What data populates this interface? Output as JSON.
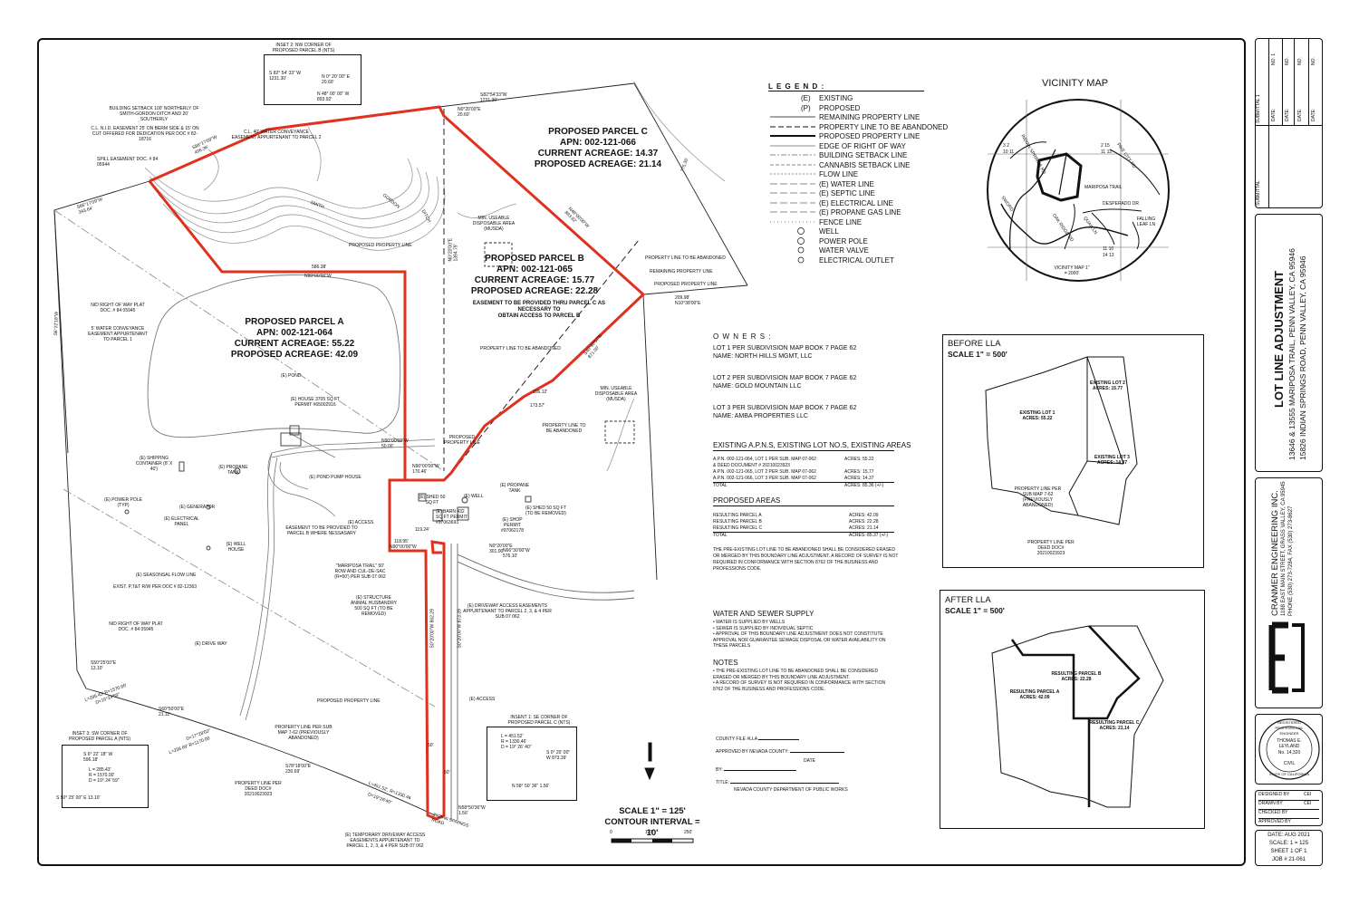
{
  "parcels": {
    "a": {
      "name": "PROPOSED PARCEL A",
      "apn": "APN: 002-121-064",
      "current": "CURRENT ACREAGE: 55.22",
      "proposed": "PROPOSED  ACREAGE: 42.09"
    },
    "b": {
      "name": "PROPOSED PARCEL B",
      "apn": "APN: 002-121-065",
      "current": "CURRENT ACREAGE: 15.77",
      "proposed": "PROPOSED  ACREAGE: 22.28"
    },
    "c": {
      "name": "PROPOSED PARCEL C",
      "apn": "APN: 002-121-066",
      "current": "CURRENT ACREAGE: 14.37",
      "proposed": "PROPOSED  ACREAGE: 21.14"
    }
  },
  "easement_note": [
    "EASEMENT TO BE PROVIDED THRU PARCEL C AS",
    "NECESSARY TO",
    "OBTAIN ACCESS TO PARCEL B"
  ],
  "map_labels": {
    "inset2_title": "INSET 2: NW CORNER OF PROPOSED PARCEL B (NTS)",
    "inset2_b1": "S 82° 54' 33\" W 1231.30'",
    "inset2_b2": "N 0° 20' 00\" E 20.60'",
    "inset2_b3": "N 48° 00' 00\" W 893.92'",
    "inset1_title": "INSENT 1: SE CORNER OF PROPOSED PARCEL C (NTS)",
    "inset1_curve": [
      "L = 451.52'",
      "R = 1330.46'",
      "D = 19° 26' 40\""
    ],
    "inset1_b1": "S 0° 20' 00\" W 873.39'",
    "inset1_b2": "N 58° 50' 36\" 1.56'",
    "inset3_title": "INSET 3: SW CORNER OF PROPOSED PARCEL A (NTS)",
    "inset3_b1": "S 6° 22' 18\" W 596.18'",
    "inset3_curve": [
      "L = 285.43'",
      "R = 1570.00'",
      "D = 10° 24' 59\""
    ],
    "inset3_b2": "S 50° 25' 00\" E 13.10'",
    "setback": "BUILDING SETBACK 100' NORTHERLY OF SMITH-GORDON DITCH AND 20' SOUTHERLY",
    "cnid": "C.L. N.I.D. EASEMENT 25' ON BERM SIDE & 15' ON CUT OFFERED FOR DEDICATION PER DOC # 82-18716",
    "spill": "SPILL EASEMENT DOC. # 84 05944",
    "water_conv": "C.L. 40' WATER CONVEYANCE EASEMENT APPURTENANT TO PARCEL 2",
    "nid_row": "NID RIGHT OF WAY PLAT DOC. # 84 05945",
    "water_conv1": "5' WATER CONVEYANCE EASEMENT APPURTENANT TO PARCEL 1",
    "pond": "(E) POND",
    "house": "(E) HOUSE 3705 SQ FT PERMIT #65002916",
    "shipping": "(E) SHIPPING CONTAINER (8' X 40')",
    "propane": "(E) PROPANE TANK",
    "pond_pump": "(E) POND PUMP HOUSE",
    "power_pole": "(E) POWER POLE (TYP)",
    "generator": "(E) GENERATOR",
    "elec_panel": "(E) ELECTRICAL PANEL",
    "well_house": "(E) WELL HOUSE",
    "flow": "(E) SEASONSAL FLOW LINE",
    "ptt": "EXIST. P,T&T R/W PER DOC # 82-12363",
    "nid_row2": "NID RIGHT OF WAY PLAT DOC. # 84 05945",
    "drive_way": "(E) DRIVE WAY",
    "access": "(E) ACCESS",
    "easement_prov": "EASEMENT TO BE PROVIDED TO PARCEL B WHERE NESSASARY",
    "mariposa": "\"MARIPOSA TRAIL\" 50' ROW AND CUL-DE-SAC (R=50') PER SUB 07 062",
    "structure": "(E) STRUCTURE ANIMAL HUSBANDRY 500 SQ FT (TO BE REMOVED)",
    "shed1": "(E) SHED 50 SQ FT",
    "well": "(E) WELL",
    "propane2": "(E) PROPANE TANK",
    "barn": "(E) BARN 432 SQ FT PERMIT #97063693",
    "shop": "(E) SHOP PERMIT #97062178",
    "shed2": "(E) SHED 50 SQ FT (TO BE REMOVED)",
    "driveway_ease": "(E) DRIVEWAY ACCESS EASEMENTS APPURTENANT TO PARCEL 2, 3, & 4 PER SUB 07 062",
    "access2": "(E) ACCESS",
    "prop_line1": "PROPOSED PROPERTY LINE",
    "prop_line2": "PROPOSED PROPERTY LINE",
    "prop_line3": "PROPOSED PROPERTY LINE",
    "prop_line4": "PROPOSED PROPERTY LINE",
    "pl_aband1": "PROPERTY LINE TO BE ABANDONED",
    "pl_aband2": "PROPERTY LINE TO BE ABANDONED",
    "pl_aband3": "PROPERTY LINE TO BE ABANDONED",
    "remaining": "REMAINING PROPERTY LINE",
    "musda1": "MIN. USEABLE DISPOSABLE AREA (MUSDA)",
    "musda2": "MIN. USEABLE DISPOSABLE AREA (MUSDA)",
    "pl_per_sub": "PROPERTY LINE PER SUB MAP 7-62 (PREVIOUSLY ABANDONED)",
    "pl_per_deed": "PROPERTY LINE PER DEED DOC# 20210023923",
    "temp_drive": "(E) TEMPORARY DRIVEWAY ACCESS EASEMENTS APPURTENANT TO PARCEL 1, 2, 3, & 4 PER SUB 07 062",
    "indian_rd": "INDIAN SPRINGS ROAD",
    "smith": "SMITH",
    "gordon": "GORDON",
    "ditch": "DITCH",
    "b_s82": "S82°54'33\"W 1231.30'",
    "b_n020": "N0°20'00\"E 20.60'",
    "b_n48": "N48°00'00\"W 893.92'",
    "b_s86": "S86°17'09\"W 406.36'",
    "b_s88": "S86°17'09\"W 343.64'",
    "b_58638": "586.38'",
    "b_n90a": "N90°00'00\"W",
    "b_n90b": "N90°00'00\"W 50.00'",
    "b_n90c": "N90°00'00\"W 170.46'",
    "b_n90d": "N90°00'00\"W",
    "b_11924": "119.24'",
    "b_11895": "118.95'",
    "b_n0a": "N0°20'00\"E 301.00'",
    "b_n0b": "N0°20'00\"E 1394.79'",
    "b_s40": "S40°40'57\"E 871.00'",
    "b_s50": "S50°25'00\"E 13.10'",
    "b_s60": "S60°50'00\"E 21.11'",
    "b_s78": "S78°18'00\"E 230.69'",
    "b_n58": "N58°50'36\"W 1.56'",
    "b_l285": "L=285.43' R=1570.00'",
    "b_d10": "D=10°24'59\"",
    "b_l256": "L=256.69' R=1170.00",
    "b_d17": "D=17°28'03\"",
    "b_l451": "L=451.52', R=1330.46",
    "b_d19": "D=19°26'40\"",
    "b_17357": "173.57'",
    "b_77535": "775.35'",
    "b_20998": "209.98' N10°38'00\"E",
    "b_10812": "106.12'",
    "b_s6": "S6°22'18\"W",
    "b_s0": "S0°20'00\"W 873.39",
    "b_s0b": "S0°20'00\"W 862.29",
    "b_n66": "N66°30'00\"W 576.10'",
    "b_50a": "50'",
    "b_50b": "50'"
  },
  "scale": {
    "title": "SCALE  1\" = 125'",
    "contour": "CONTOUR INTERVAL = 10'",
    "ticks": [
      "0",
      "125'",
      "250'"
    ]
  },
  "legend": {
    "title": "L E G E N D :",
    "items": [
      {
        "sym": "(E)",
        "label": "EXISTING"
      },
      {
        "sym": "(P)",
        "label": "PROPOSED"
      },
      {
        "sym": "",
        "label": "REMAINING PROPERTY LINE"
      },
      {
        "sym": "",
        "label": "PROPERTY LINE TO BE ABANDONED"
      },
      {
        "sym": "",
        "label": "PROPOSED PROPERTY LINE"
      },
      {
        "sym": "",
        "label": "EDGE OF RIGHT OF WAY"
      },
      {
        "sym": "",
        "label": "BUILDING SETBACK LINE"
      },
      {
        "sym": "",
        "label": "CANNABIS SETBACK LINE"
      },
      {
        "sym": "",
        "label": "FLOW LINE"
      },
      {
        "sym": "",
        "label": "(E) WATER LINE"
      },
      {
        "sym": "",
        "label": "(E) SEPTIC LINE"
      },
      {
        "sym": "",
        "label": "(E) ELECTRICAL LINE"
      },
      {
        "sym": "",
        "label": "(E) PROPANE GAS LINE"
      },
      {
        "sym": "",
        "label": "FENCE LINE"
      },
      {
        "sym": "",
        "label": "WELL"
      },
      {
        "sym": "",
        "label": "POWER POLE"
      },
      {
        "sym": "",
        "label": "WATER VALVE"
      },
      {
        "sym": "",
        "label": "ELECTRICAL OUTLET"
      }
    ]
  },
  "vicinity": {
    "title": "VICINITY MAP",
    "labels": {
      "mariposa": "MARIPOSA TRAIL",
      "desperado": "DESPERADO DR",
      "indian": "INDIAN SPRINGS RD",
      "falling": "FALLING LEAF LN",
      "sword": "SWORD",
      "oakridge": "OAK RIDGE RD",
      "quail": "QUAIL LN",
      "pike": "PIKE CITY RD",
      "sub": "VICINITY MAP 1\" = 2000'"
    },
    "sec": {
      "a": "3   2",
      "b": "10 11",
      "c": "2  15",
      "d": "11 12",
      "e": "11  10",
      "f": "14 13"
    }
  },
  "owners": {
    "title": "O W N E R S :",
    "items": [
      {
        "lot": "LOT 1 PER SUBDIVISION MAP BOOK 7 PAGE 62",
        "name": "NAME: NORTH HILLS MGMT, LLC"
      },
      {
        "lot": "LOT 2 PER SUBDIVISION MAP BOOK 7 PAGE 62",
        "name": "NAME: GOLD MOUNTAIN LLC"
      },
      {
        "lot": "LOT 3 PER SUBDIVISION MAP BOOK 7 PAGE 62",
        "name": "NAME: AMBA PROPERTIES LLC"
      }
    ]
  },
  "existing": {
    "title": "EXISTING A.P.N.S, EXISTING LOT NO.S, EXISTING AREAS",
    "rows": [
      {
        "label": "A.P.N. 002-121-064, LOT 1 PER SUB. MAP 07-062",
        "value": "ACRES: 55.22"
      },
      {
        "label": "& DEED DOCUMENT # 20210023923",
        "value": ""
      },
      {
        "label": "A.P.N. 002-121-065, LOT 2 PER SUB. MAP 07-062",
        "value": "ACRES: 15.77"
      },
      {
        "label": "A.P.N. 002-121-066, LOT 3 PER SUB. MAP 07-062",
        "value": "ACRES: 14.37"
      },
      {
        "label": "TOTAL",
        "value": "ACRES: 85.36 (+/-)"
      }
    ]
  },
  "proposed_areas": {
    "title": "PROPOSED AREAS",
    "rows": [
      {
        "label": "RESULTING PARCEL A",
        "value": "ACRES: 42.09"
      },
      {
        "label": "RESULTING PARCEL B",
        "value": "ACRES: 22.28"
      },
      {
        "label": "RESULTING PARCEL C",
        "value": "ACRES: 21.14"
      },
      {
        "label": "TOTAL",
        "value": "ACRES: 85.37 (+/-)"
      }
    ],
    "note": "THE PRE-EXISTING LOT LINE TO BE ABANDONED SHALL BE CONSIDERED ERASED OR MERGED BY THIS BOUNDARY LINE ADJUSTMENT. A RECORD OF SURVEY IS NOT REQUIRED IN CONFORMANCE WITH SECTION 8762 OF THE BUSINESS AND PROFESSIONS CODE."
  },
  "water_sewer": {
    "title": "WATER AND SEWER SUPPLY",
    "items": [
      "WATER IS SUPPLIED BY WELLS",
      "SEWER IS SUPPLIED BY INDIVIDUAL SEPTIC",
      "APPROVAL OF THIS BOUNDARY LINE ADJUSTMENT DOES NOT CONSTITUTE APPROVAL NOR GUARANTEE SEWAGE DISPOSAL OR WATER AVAILABILITY ON THESE PARCELS"
    ]
  },
  "notes": {
    "title": "NOTES",
    "items": [
      "THE PRE-EXISTING LOT LINE TO BE ABANDONED SHALL BE CONSIDERED ERASED OR MERGED BY THIS BOUNDARY LINE ADJUSTMENT.",
      "A RECORD OF SURVEY IS NOT REQUIRED IN CONFORMANCE WITH SECTION 8762 OF THE BUSINESS AND PROFESSIONS CODE."
    ]
  },
  "county": {
    "file": "COUNTY FILE #LLA",
    "approved": "APPROVED BY NEVADA COUNTY:",
    "date": "DATE",
    "by": "BY:",
    "title": "TITLE:",
    "dept": "NEVADA COUNTY DEPARTMENT OF PUBLIC WORKS"
  },
  "before": {
    "title": "BEFORE LLA",
    "scale": "SCALE  1\" = 500'",
    "lot1": [
      "EXISTING LOT 1",
      "ACRES: 55.22"
    ],
    "lot2": [
      "EXISTING LOT 2",
      "ACRES: 15.77"
    ],
    "lot3": [
      "EXISTING LOT 3",
      "ACRES: 14.37"
    ],
    "pl_sub": "PROPERTY LINE PER SUB MAP 7-62 (PREVIOUSLY ABANDONED)",
    "pl_deed": "PROPERTY LINE PER DEED DOC# 20210023923"
  },
  "after": {
    "title": "AFTER LLA",
    "scale": "SCALE  1\" = 500'",
    "a": [
      "RESULTING PARCEL A",
      "ACRES: 42.09"
    ],
    "b": [
      "RESULTING PARCEL B",
      "ACRES: 22.28"
    ],
    "c": [
      "RESULTING PARCEL C",
      "ACRES: 21.14"
    ]
  },
  "title_block": {
    "revisions": [
      "NO. 1",
      "NO.",
      "NO.",
      "NO."
    ],
    "rev_dates": [
      "DATE:",
      "DATE:",
      "DATE:",
      "DATE:"
    ],
    "submittal": "SUBMITTAL",
    "submittal1": "SUBMITTAL 1",
    "project_title": "LOT LINE ADJUSTMENT",
    "address1": "13646 & 13555 MARIPOSA TRAIL, PENN VALLEY, CA 95946",
    "address2": "15826 INDIAN SPRINGS ROAD, PENN VALLEY, CA 95946",
    "company": "CRANMER ENGINEERING INC.",
    "company_addr": "1188 EAST MAIN STREET, GRASS VALLEY, CA 95945",
    "company_phone": "PHONE (530) 273-7284, FAX (530) 273-8627",
    "seal_top": "REGISTERED PROFESSIONAL ENGINEER",
    "seal_name": "THOMAS E. LEYLAND",
    "seal_no": "No. 14,320",
    "seal_civil": "CIVIL",
    "seal_state": "STATE OF CALIFORNIA",
    "designed_label": "DESIGNED BY",
    "designed": "CEI",
    "drawn_label": "DRAWN BY",
    "drawn": "CEI",
    "checked_label": "CHECKED BY",
    "checked": "",
    "approved_label": "APPROVED BY",
    "approved": "",
    "date": "DATE: AUG 2021",
    "scale": "SCALE: 1 = 125",
    "sheet": "SHEET  1  OF  1",
    "job": "JOB # 21-061"
  },
  "colors": {
    "proposed_line": "#e0301e",
    "ink": "#111111",
    "gray": "#888888"
  }
}
